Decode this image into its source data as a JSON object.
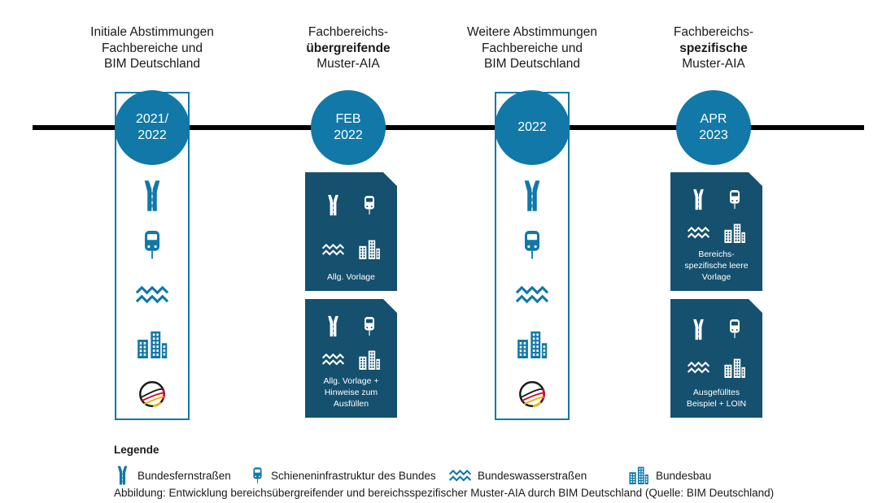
{
  "colors": {
    "accent": "#1178a8",
    "dark_box": "#15506e",
    "timeline": "#000000"
  },
  "columns": [
    {
      "header": [
        {
          "text": "Initiale Abstimmungen",
          "bold": false
        },
        {
          "text": "Fachbereiche und",
          "bold": false
        },
        {
          "text": "BIM Deutschland",
          "bold": false
        }
      ],
      "date": [
        "2021/",
        "2022"
      ],
      "panel_icons": [
        "road",
        "train",
        "waves",
        "buildings",
        "flag"
      ]
    },
    {
      "header": [
        {
          "text": "Fachbereichs-",
          "bold": false
        },
        {
          "text": "übergreifende",
          "bold": true
        },
        {
          "text": "Muster-AIA",
          "bold": false
        }
      ],
      "date": [
        "FEB",
        "2022"
      ],
      "cards": [
        {
          "icons": [
            "road",
            "train",
            "waves",
            "buildings"
          ],
          "label": [
            "Allg. Vorlage"
          ]
        },
        {
          "icons": [
            "road",
            "train",
            "waves",
            "buildings"
          ],
          "label": [
            "Allg. Vorlage +",
            "Hinweise zum",
            "Ausfüllen"
          ]
        }
      ]
    },
    {
      "header": [
        {
          "text": "Weitere Abstimmungen",
          "bold": false
        },
        {
          "text": "Fachbereiche und",
          "bold": false
        },
        {
          "text": "BIM Deutschland",
          "bold": false
        }
      ],
      "date": [
        "2022"
      ],
      "panel_icons": [
        "road",
        "train",
        "waves",
        "buildings",
        "flag"
      ]
    },
    {
      "header": [
        {
          "text": "Fachbereichs-",
          "bold": false
        },
        {
          "text": "spezifische",
          "bold": true
        },
        {
          "text": "Muster-AIA",
          "bold": false
        }
      ],
      "date": [
        "APR",
        "2023"
      ],
      "cards": [
        {
          "icons": [
            "road",
            "train",
            "waves",
            "buildings"
          ],
          "label": [
            "Bereichs-",
            "spezifische leere",
            "Vorlage"
          ]
        },
        {
          "icons": [
            "road",
            "train",
            "waves",
            "buildings"
          ],
          "label": [
            "Ausgefülltes",
            "Beispiel + LOIN"
          ]
        }
      ]
    }
  ],
  "legend": {
    "title": "Legende",
    "items": [
      {
        "icon": "road",
        "label": "Bundesfernstraßen"
      },
      {
        "icon": "train",
        "label": "Schieneninfrastruktur des Bundes"
      },
      {
        "icon": "waves",
        "label": "Bundeswasserstraßen"
      },
      {
        "icon": "buildings",
        "label": "Bundesbau"
      }
    ]
  },
  "caption": "Abbildung: Entwicklung bereichsübergreifender und bereichsspezifischer Muster-AIA durch BIM Deutschland (Quelle: BIM Deutschland)"
}
